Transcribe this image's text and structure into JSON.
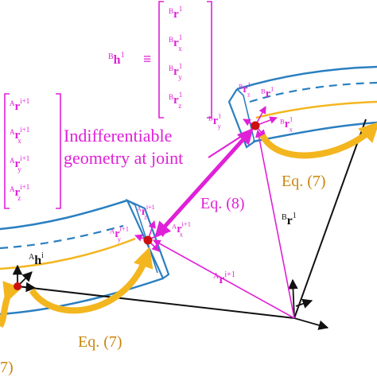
{
  "colors": {
    "magenta": "#e020d8",
    "blue_link": "#2a7fc0",
    "gold_arrow": "#f3b61f",
    "black": "#111111",
    "joint_red": "#cc1010",
    "text_orange": "#c8860a"
  },
  "text": {
    "indiff_line1": "Indifferentiable",
    "indiff_line2": "geometry at joint",
    "eq8": "Eq. (8)",
    "eq7_bottom": "Eq. (7)",
    "eq7_right": "Eq. (7)",
    "eq7_left_fragment": "7)"
  },
  "symbols": {
    "B_h1": {
      "pre": "B",
      "sym": "h",
      "sup": "1"
    },
    "A_hi": {
      "pre": "A",
      "sym": "h",
      "sup": "i"
    },
    "B_r1": {
      "pre": "B",
      "sym": "r",
      "sup": "1"
    },
    "A_ri1": {
      "pre": "A",
      "sym": "r",
      "sup": "i+1"
    },
    "equiv": "≡",
    "B_vec": [
      {
        "pre": "B",
        "sym": "r",
        "sup": "1",
        "sub": ""
      },
      {
        "pre": "B",
        "sym": "r",
        "sup": "1",
        "sub": "x"
      },
      {
        "pre": "B",
        "sym": "r",
        "sup": "1",
        "sub": "y"
      },
      {
        "pre": "B",
        "sym": "r",
        "sup": "1",
        "sub": "z"
      }
    ],
    "A_vec": [
      {
        "pre": "A",
        "sym": "r",
        "sup": "i+1",
        "sub": ""
      },
      {
        "pre": "A",
        "sym": "r",
        "sup": "i+1",
        "sub": "x"
      },
      {
        "pre": "A",
        "sym": "r",
        "sup": "i+1",
        "sub": "y"
      },
      {
        "pre": "A",
        "sym": "r",
        "sup": "i+1",
        "sub": "z"
      }
    ],
    "B_frame": {
      "r": {
        "pre": "B",
        "sym": "r",
        "sup": "1",
        "sub": ""
      },
      "rx": {
        "pre": "B",
        "sym": "r",
        "sup": "1",
        "sub": "x"
      },
      "ry": {
        "pre": "B",
        "sym": "r",
        "sup": "1",
        "sub": "y"
      },
      "rz": {
        "pre": "B",
        "sym": "r",
        "sup": "1",
        "sub": "z"
      }
    },
    "A_frame": {
      "rx": {
        "pre": "A",
        "sym": "r",
        "sup": "i+1",
        "sub": "x"
      },
      "ry": {
        "pre": "A",
        "sym": "r",
        "sup": "i+1",
        "sub": "y"
      },
      "rz": {
        "pre": "A",
        "sym": "r",
        "sup": "i+1",
        "sub": "z"
      }
    }
  }
}
